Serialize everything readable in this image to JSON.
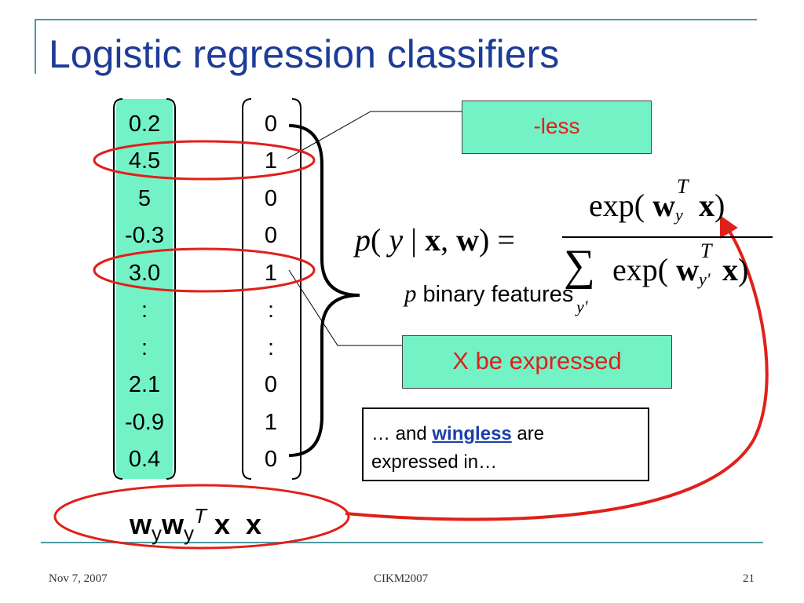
{
  "title": "Logistic regression classifiers",
  "weights": [
    "0.2",
    "4.5",
    "5",
    "-0.3",
    "3.0",
    ":",
    ":",
    "2.1",
    "-0.9",
    "0.4"
  ],
  "features": [
    "0",
    "1",
    "0",
    "0",
    "1",
    ":",
    ":",
    "0",
    "1",
    "0"
  ],
  "boxes": {
    "less": "-less",
    "expressed": "X be expressed"
  },
  "binary_features": {
    "p": "p",
    "rest": " binary features"
  },
  "note": {
    "prefix": "… and ",
    "keyword": "wingless",
    "suffix": " are",
    "line2": "expressed in…"
  },
  "bottom_labels": {
    "w1": "w",
    "y1": "y",
    "w2": "w",
    "y2": "y",
    "T": "T",
    "x1": "x",
    "x2": "x"
  },
  "footer": {
    "date": "Nov 7, 2007",
    "conference": "CIKM2007",
    "page": "21"
  },
  "colors": {
    "title": "#1c3c96",
    "highlight": "#73f2c6",
    "red": "#e0201a",
    "frame": "#4a9aa0"
  }
}
